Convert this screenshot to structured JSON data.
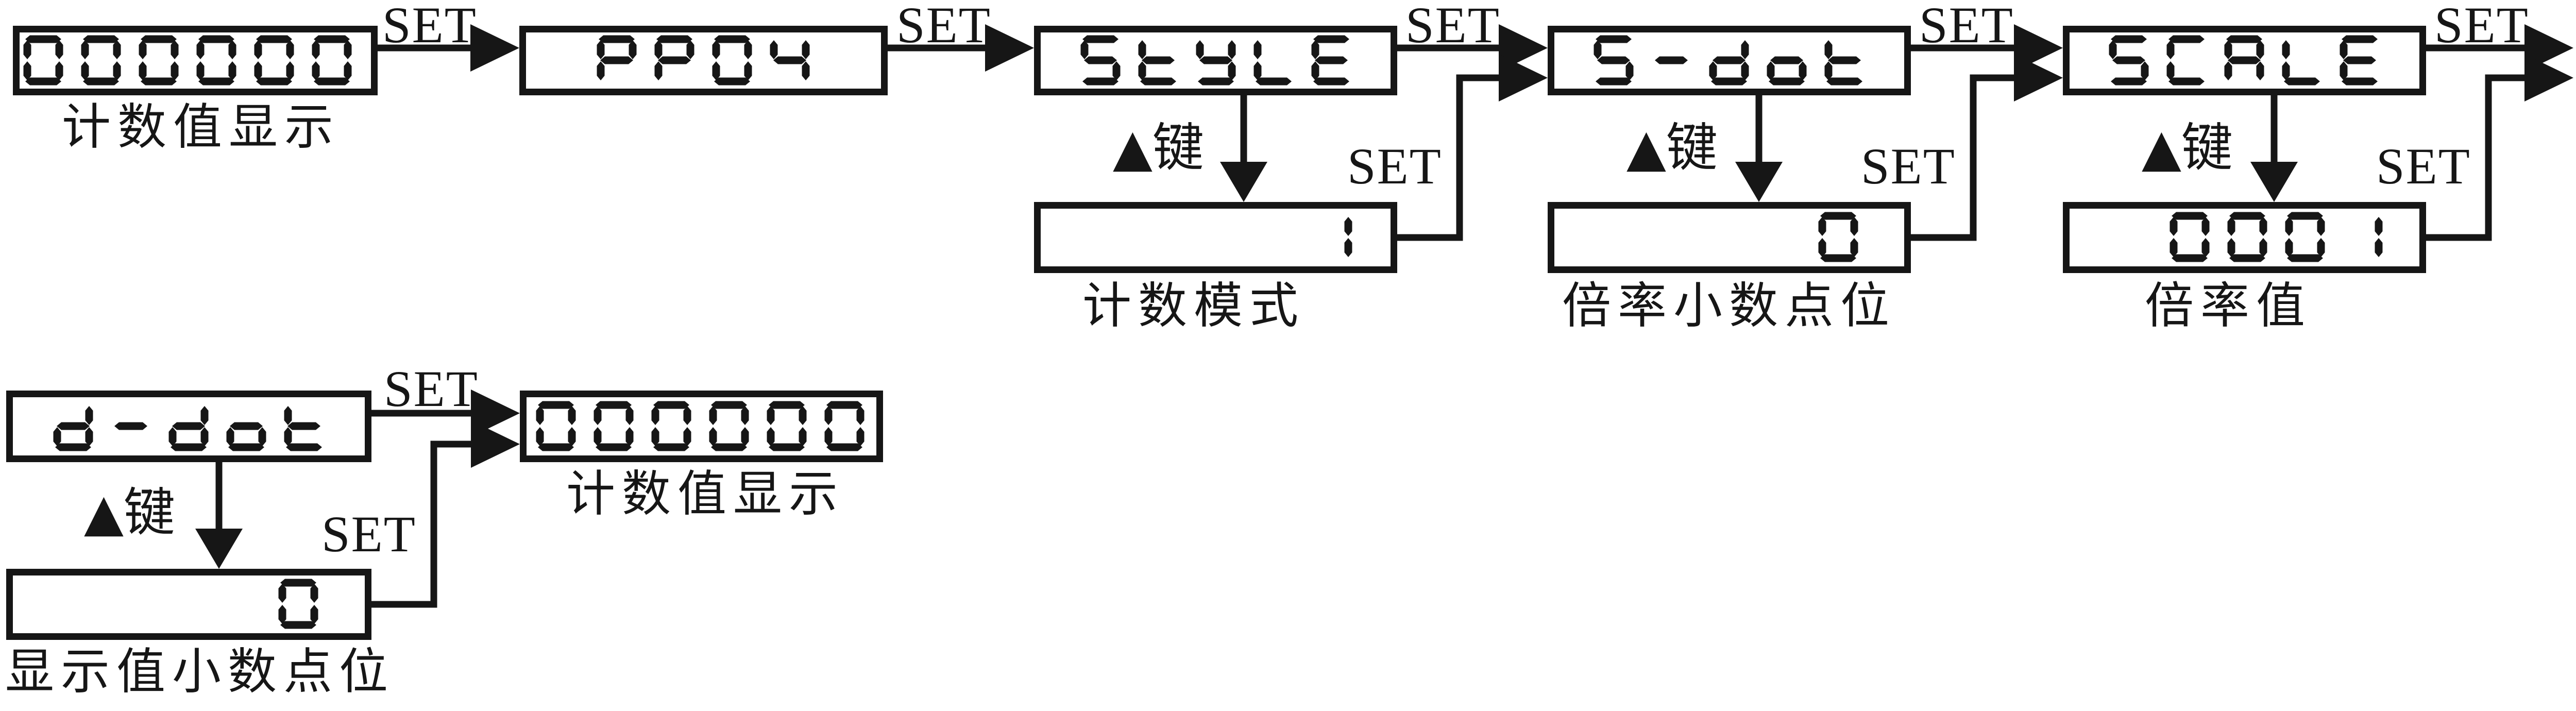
{
  "colors": {
    "ink": "#161616",
    "paper": "#ffffff"
  },
  "labels": {
    "set_key": "SET",
    "up_key": "▲键"
  },
  "nodes": [
    {
      "id": "count-display",
      "display": "000000",
      "caption": "计数值显示"
    },
    {
      "id": "menu-code",
      "display": "PP04"
    },
    {
      "id": "count-mode",
      "display": "StYLE",
      "value": "1",
      "caption": "计数模式"
    },
    {
      "id": "scale-decimal-point",
      "display": "5-dot",
      "value": "0",
      "caption": "倍率小数点位"
    },
    {
      "id": "scale-value",
      "display": "SCALE",
      "value": "0001",
      "caption": "倍率值"
    },
    {
      "id": "display-decimal-point",
      "display": "d-dot",
      "value": "0",
      "caption": "显示值小数点位"
    },
    {
      "id": "count-display-return",
      "display": "000000",
      "caption": "计数值显示"
    }
  ]
}
